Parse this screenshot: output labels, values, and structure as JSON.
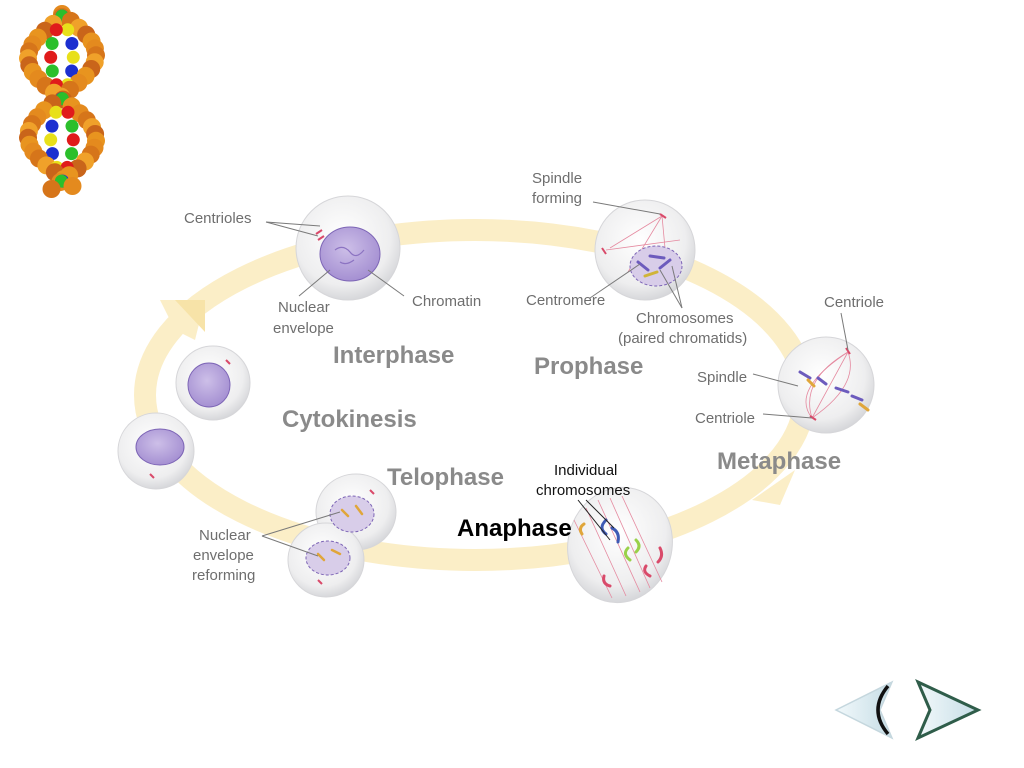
{
  "diagram": {
    "phases": {
      "interphase": "Interphase",
      "prophase": "Prophase",
      "metaphase": "Metaphase",
      "anaphase": "Anaphase",
      "telophase": "Telophase",
      "cytokinesis": "Cytokinesis"
    },
    "active_phase": "anaphase",
    "labels": {
      "centrioles": "Centrioles",
      "nuclear_envelope_1": "Nuclear",
      "nuclear_envelope_2": "envelope",
      "chromatin": "Chromatin",
      "spindle_forming_1": "Spindle",
      "spindle_forming_2": "forming",
      "centromere": "Centromere",
      "chromosomes_1": "Chromosomes",
      "chromosomes_2": "(paired chromatids)",
      "centriole_top": "Centriole",
      "spindle": "Spindle",
      "centriole_bottom": "Centriole",
      "individual_1": "Individual",
      "individual_2": "chromosomes",
      "envelope_reforming_1": "Nuclear",
      "envelope_reforming_2": "envelope",
      "envelope_reforming_3": "reforming"
    }
  },
  "colors": {
    "cycle_arrow": "#fbeec7",
    "cell_fill": "#eeeeef",
    "nucleus": "#b9a6dc",
    "chromatin": "#8c73c2",
    "spindle_fiber": "#d94a6a",
    "nav_fill": "#d7e8ee",
    "nav_stroke": "#2f5d4a"
  },
  "navigation": {
    "prev_icon": "chevron-left-icon",
    "next_icon": "chevron-right-icon"
  },
  "decoration": {
    "dna_icon": "dna-molecule-icon"
  }
}
